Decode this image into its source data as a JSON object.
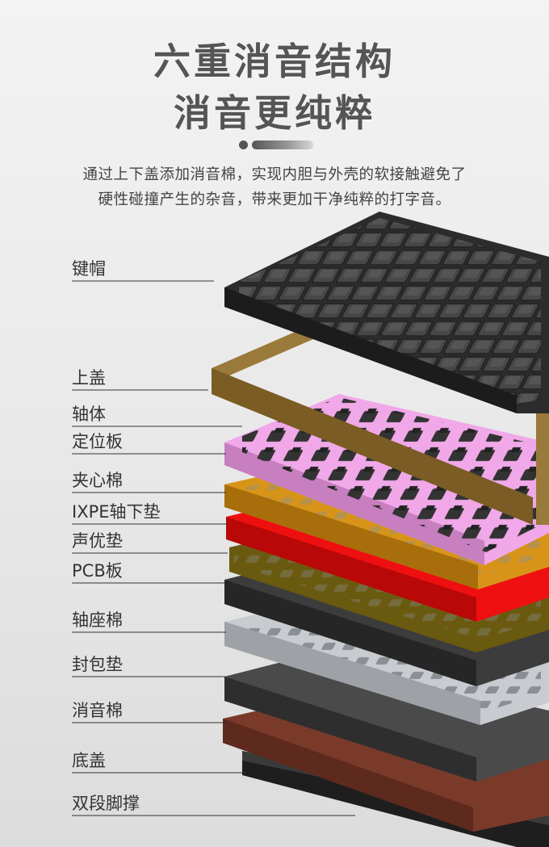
{
  "header": {
    "title_line1": "六重消音结构",
    "title_line2": "消音更纯粹"
  },
  "description": {
    "line1": "通过上下盖添加消音棉，实现内胆与外壳的软接触避免了",
    "line2": "硬性碰撞产生的杂音，带来更加干净纯粹的打字音。"
  },
  "layers": [
    {
      "key": "keycap",
      "label": "键帽"
    },
    {
      "key": "top-cover",
      "label": "上盖"
    },
    {
      "key": "switch",
      "label": "轴体"
    },
    {
      "key": "plate",
      "label": "定位板"
    },
    {
      "key": "sandwich-foam",
      "label": "夹心棉"
    },
    {
      "key": "ixpe-pad",
      "label": "IXPE轴下垫"
    },
    {
      "key": "sound-pad",
      "label": "声优垫"
    },
    {
      "key": "pcb",
      "label": "PCB板"
    },
    {
      "key": "socket-foam",
      "label": "轴座棉"
    },
    {
      "key": "packing-pad",
      "label": "封包垫"
    },
    {
      "key": "silencing-foam",
      "label": "消音棉"
    },
    {
      "key": "bottom-cover",
      "label": "底盖"
    },
    {
      "key": "two-stage-feet",
      "label": "双段脚撑"
    }
  ],
  "colors": {
    "keycap": "#3a3a3a",
    "top_cover": "#9a7a3a",
    "plate": "#f0a8e8",
    "sandwich_foam": "#d89418",
    "sound_pad": "#ee1010",
    "pcb": "#6a5a10",
    "socket_foam": "#3c3c3c",
    "packing_pad": "#c8ccd0",
    "silencing_foam": "#4a4a4a",
    "bottom_plate": "#7a3a2a",
    "bottom_cover": "#2a2a2a"
  }
}
